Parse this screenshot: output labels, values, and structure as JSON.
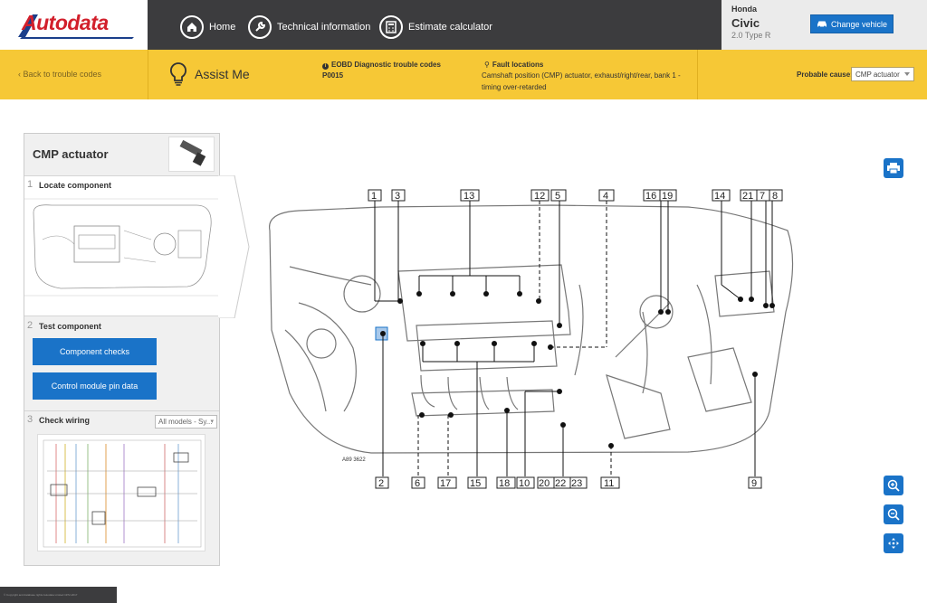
{
  "brand": {
    "logo_text": "Autodata"
  },
  "nav": {
    "home": "Home",
    "technical": "Technical information",
    "estimate": "Estimate calculator"
  },
  "vehicle": {
    "make": "Honda",
    "model": "Civic",
    "engine": "2.0 Type R",
    "change_label": "Change vehicle"
  },
  "subbar": {
    "back_label": "‹ Back to trouble codes",
    "assist_label": "Assist Me",
    "eobd_title": "EOBD Diagnostic trouble codes",
    "eobd_code": "P0015",
    "fault_title": "Fault locations",
    "fault_text": "Camshaft position (CMP) actuator, exhaust/right/rear, bank 1 - timing over-retarded",
    "probable_label": "Probable cause:",
    "probable_value": "CMP actuator"
  },
  "panel": {
    "title": "CMP actuator",
    "steps": [
      {
        "num": "1",
        "label": "Locate component"
      },
      {
        "num": "2",
        "label": "Test component"
      },
      {
        "num": "3",
        "label": "Check wiring"
      }
    ],
    "component_checks": "Component checks",
    "pin_data": "Control module pin data",
    "wiring_select": "All models - Sy..."
  },
  "diagram": {
    "ref_code": "A89 3622",
    "callouts_top": [
      "1",
      "3",
      "13",
      "12",
      "5",
      "4",
      "16",
      "19",
      "14",
      "21",
      "7",
      "8"
    ],
    "callouts_bottom": [
      "2",
      "6",
      "17",
      "15",
      "18",
      "10",
      "20",
      "22",
      "23",
      "11",
      "9"
    ]
  },
  "footer": {
    "text": "© Copyright and database rights Autodata Limited 1972-2017"
  },
  "icons": [
    "home-icon",
    "wrench-icon",
    "calculator-icon",
    "car-icon",
    "lightbulb-icon",
    "search-icon",
    "print-icon",
    "zoom-in-icon",
    "zoom-out-icon",
    "fit-screen-icon"
  ]
}
